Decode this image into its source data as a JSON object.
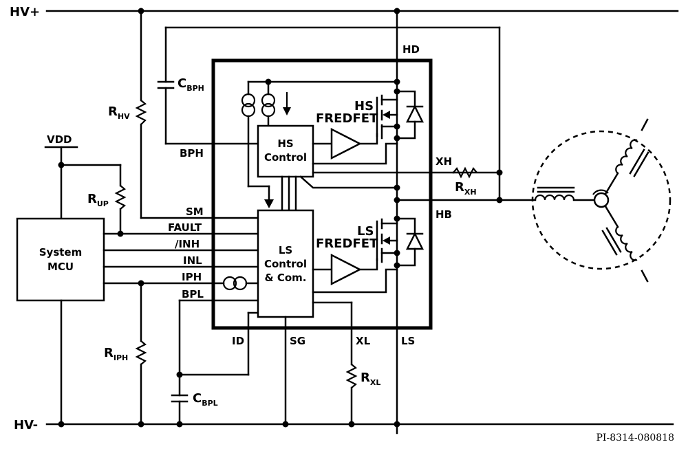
{
  "rails": {
    "hv_plus": "HV+",
    "hv_minus": "HV-",
    "vdd": "VDD"
  },
  "blocks": {
    "mcu_line1": "System",
    "mcu_line2": "MCU",
    "hs_line1": "HS",
    "hs_line2": "Control",
    "ls_line1": "LS",
    "ls_line2": "Control",
    "ls_line3": "& Com.",
    "hs_fet_line1": "HS",
    "hs_fet_line2": "FREDFET",
    "ls_fet_line1": "LS",
    "ls_fet_line2": "FREDFET"
  },
  "pins": {
    "hd": "HD",
    "bph": "BPH",
    "sm": "SM",
    "fault": "FAULT",
    "inh": "/INH",
    "inl": "INL",
    "iph": "IPH",
    "bpl": "BPL",
    "xh": "XH",
    "hb": "HB",
    "id": "ID",
    "sg": "SG",
    "xl": "XL",
    "ls": "LS"
  },
  "components": {
    "r_hv": {
      "main": "R",
      "sub": "HV"
    },
    "c_bph": {
      "main": "C",
      "sub": "BPH"
    },
    "r_up": {
      "main": "R",
      "sub": "UP"
    },
    "r_xh": {
      "main": "R",
      "sub": "XH"
    },
    "r_iph": {
      "main": "R",
      "sub": "IPH"
    },
    "c_bpl": {
      "main": "C",
      "sub": "BPL"
    },
    "r_xl": {
      "main": "R",
      "sub": "XL"
    }
  },
  "reference": "PI-8314-080818"
}
